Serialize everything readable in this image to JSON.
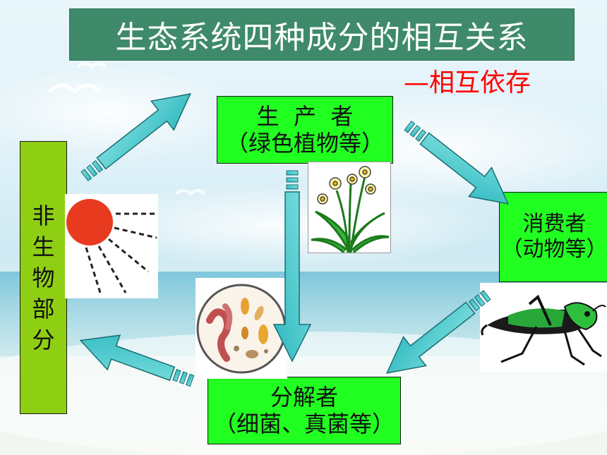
{
  "title": "生态系统四种成分的相互关系",
  "subtitle": "—相互依存",
  "producer": {
    "line1": "生  产  者",
    "line2": "（绿色植物等）"
  },
  "consumer": {
    "line1": "消费者",
    "line2": "（动物等）"
  },
  "decomposer": {
    "line1": "分解者",
    "line2": "（细菌、真菌等）"
  },
  "abiotic": {
    "chars": [
      "非",
      "生",
      "物",
      "部",
      "分"
    ]
  },
  "colors": {
    "title_bg": "#3e8a6b",
    "title_text": "#ffffff",
    "subtitle": "#ff0000",
    "box_green": "#21ff21",
    "abiotic_green": "#8fcf13",
    "arrow_fill": "#3cc6c8",
    "sun": "#e83a1f"
  },
  "icons": [
    "sun-icon",
    "flower-icon",
    "microbe-icon",
    "grasshopper-icon",
    "arrow-icon"
  ]
}
